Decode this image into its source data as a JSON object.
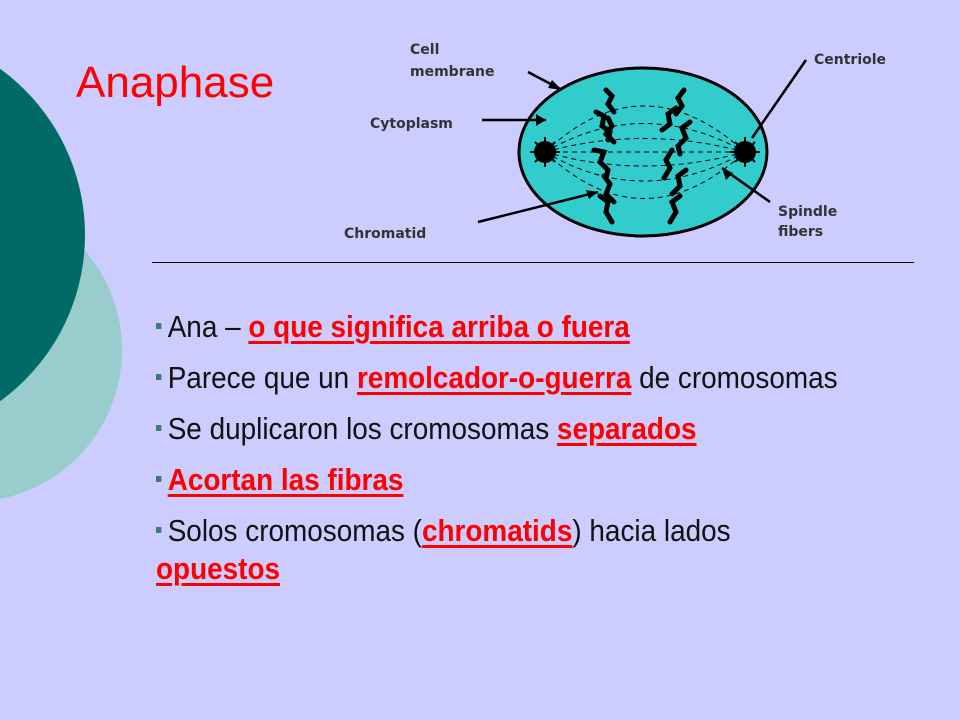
{
  "slide": {
    "title": "Anaphase"
  },
  "diagram": {
    "labels": {
      "cell_membrane_1": "Cell",
      "cell_membrane_2": "membrane",
      "centriole": "Centriole",
      "cytoplasm": "Cytoplasm",
      "chromatid": "Chromatid",
      "spindle_1": "Spindle",
      "spindle_2": "fibers"
    },
    "colors": {
      "cytoplasm_fill": "#33cccc",
      "chromosome": "#000000"
    }
  },
  "bullets": [
    {
      "parts": [
        {
          "text": "Ana – ",
          "hl": false
        },
        {
          "text": "o que significa arriba o fuera",
          "hl": true
        }
      ]
    },
    {
      "parts": [
        {
          "text": "Parece que un ",
          "hl": false
        },
        {
          "text": "remolcador-o-guerra",
          "hl": true
        },
        {
          "text": " de cromosomas",
          "hl": false
        }
      ]
    },
    {
      "parts": [
        {
          "text": "Se duplicaron los cromosomas ",
          "hl": false
        },
        {
          "text": "separados",
          "hl": true
        }
      ]
    },
    {
      "parts": [
        {
          "text": "Acortan las fibras",
          "hl": true
        }
      ]
    },
    {
      "parts": [
        {
          "text": "Solos cromosomas (",
          "hl": false
        },
        {
          "text": "chromatids",
          "hl": true
        },
        {
          "text": ") hacia lados ",
          "hl": false
        },
        {
          "text": "opuestos",
          "hl": true
        }
      ]
    }
  ],
  "theme": {
    "background": "#ccccff",
    "accent_dark": "#006b66",
    "accent_light": "#99cccc",
    "title_color": "#ff0000"
  }
}
